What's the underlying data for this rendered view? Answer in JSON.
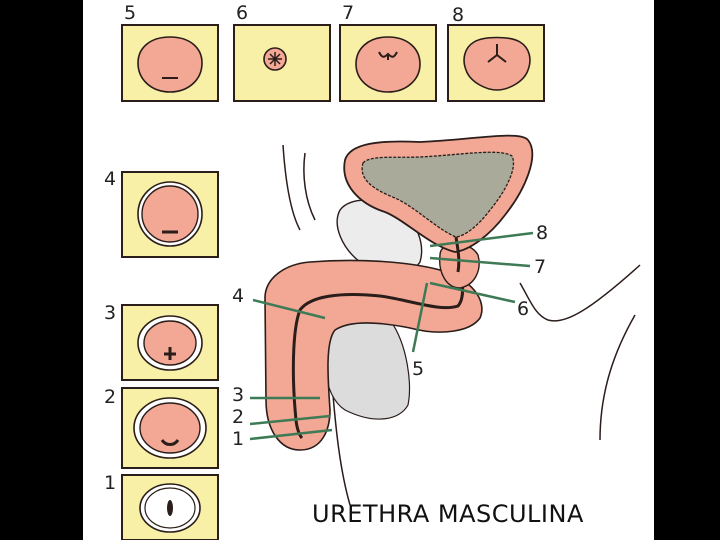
{
  "title": "URETHRA MASCULINA",
  "section_numbers": [
    "1",
    "2",
    "3",
    "4",
    "5",
    "6",
    "7",
    "8"
  ],
  "diagram_labels": [
    "1",
    "2",
    "3",
    "4",
    "5",
    "6",
    "7",
    "8"
  ],
  "colors": {
    "panel": "#f7f0a6",
    "tissue": "#f2a894",
    "bladder_cavity": "#a9aa9a",
    "outline": "#2a1d1a",
    "line": "#3d7a55",
    "background": "#000000",
    "page": "#ffffff"
  }
}
